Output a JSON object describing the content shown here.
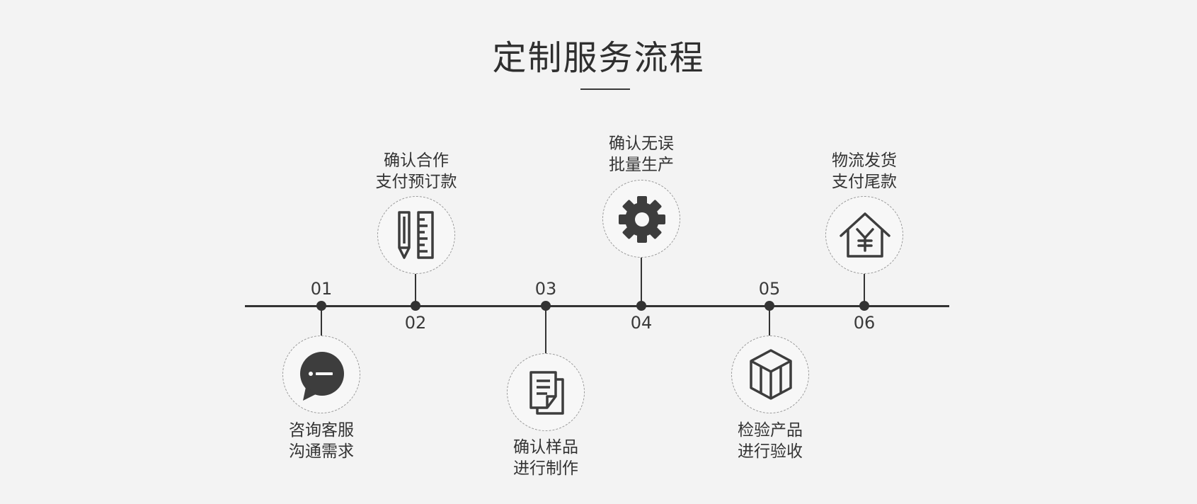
{
  "title": "定制服务流程",
  "steps": [
    {
      "number": "01",
      "line1": "咨询客服",
      "line2": "沟通需求",
      "icon": "chat-bubble-icon"
    },
    {
      "number": "02",
      "line1": "确认合作",
      "line2": "支付预订款",
      "icon": "pencil-ruler-icon"
    },
    {
      "number": "03",
      "line1": "确认样品",
      "line2": "进行制作",
      "icon": "document-icon"
    },
    {
      "number": "04",
      "line1": "确认无误",
      "line2": "批量生产",
      "icon": "gear-icon"
    },
    {
      "number": "05",
      "line1": "检验产品",
      "line2": "进行验收",
      "icon": "cube-icon"
    },
    {
      "number": "06",
      "line1": "物流发货",
      "line2": "支付尾款",
      "icon": "house-yuan-icon"
    }
  ],
  "colors": {
    "line": "#333333",
    "icon": "#3d3d3d",
    "background": "#f3f3f3"
  }
}
